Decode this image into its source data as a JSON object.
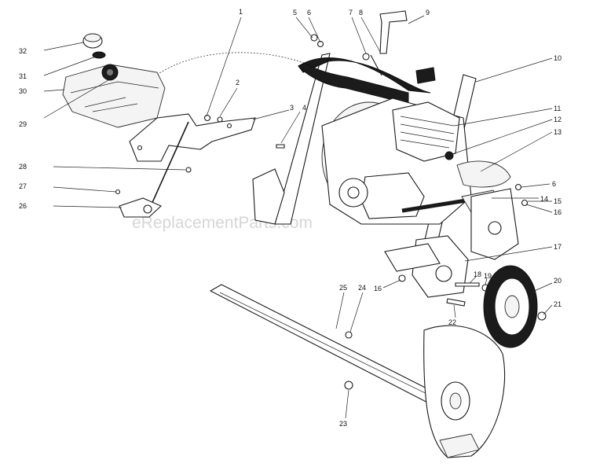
{
  "watermark": "eReplacementParts.com",
  "callouts": [
    {
      "id": "c1",
      "label": "1"
    },
    {
      "id": "c2",
      "label": "2"
    },
    {
      "id": "c3",
      "label": "3"
    },
    {
      "id": "c4",
      "label": "4"
    },
    {
      "id": "c5",
      "label": "5"
    },
    {
      "id": "c6a",
      "label": "6"
    },
    {
      "id": "c6b",
      "label": "6"
    },
    {
      "id": "c7",
      "label": "7"
    },
    {
      "id": "c8",
      "label": "8"
    },
    {
      "id": "c9",
      "label": "9"
    },
    {
      "id": "c10",
      "label": "10"
    },
    {
      "id": "c11",
      "label": "11"
    },
    {
      "id": "c12",
      "label": "12"
    },
    {
      "id": "c13",
      "label": "13"
    },
    {
      "id": "c14",
      "label": "14"
    },
    {
      "id": "c15",
      "label": "15"
    },
    {
      "id": "c16a",
      "label": "16"
    },
    {
      "id": "c16b",
      "label": "16"
    },
    {
      "id": "c17",
      "label": "17"
    },
    {
      "id": "c18",
      "label": "18"
    },
    {
      "id": "c19",
      "label": "19"
    },
    {
      "id": "c20",
      "label": "20"
    },
    {
      "id": "c21",
      "label": "21"
    },
    {
      "id": "c22",
      "label": "22"
    },
    {
      "id": "c23",
      "label": "23"
    },
    {
      "id": "c24",
      "label": "24"
    },
    {
      "id": "c25",
      "label": "25"
    },
    {
      "id": "c26",
      "label": "26"
    },
    {
      "id": "c27",
      "label": "27"
    },
    {
      "id": "c28",
      "label": "28"
    },
    {
      "id": "c29",
      "label": "29"
    },
    {
      "id": "c30",
      "label": "30"
    },
    {
      "id": "c31",
      "label": "31"
    },
    {
      "id": "c32",
      "label": "32"
    }
  ]
}
